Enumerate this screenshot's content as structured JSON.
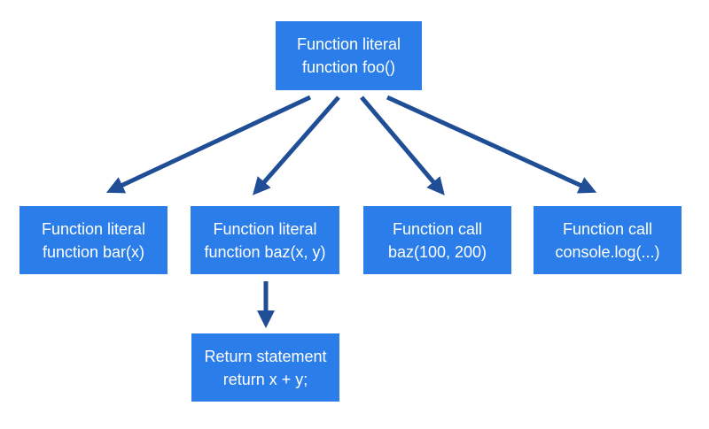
{
  "colors": {
    "node_fill": "#2b7de9",
    "node_text": "#ffffff",
    "arrow": "#1f4e96",
    "background": "#ffffff"
  },
  "nodes": {
    "root": {
      "line1": "Function literal",
      "line2": "function foo()"
    },
    "bar": {
      "line1": "Function literal",
      "line2": "function bar(x)"
    },
    "baz": {
      "line1": "Function literal",
      "line2": "function baz(x, y)"
    },
    "call1": {
      "line1": "Function call",
      "line2": "baz(100, 200)"
    },
    "call2": {
      "line1": "Function call",
      "line2": "console.log(...)"
    },
    "return": {
      "line1": "Return statement",
      "line2": "return x + y;"
    }
  },
  "edges": [
    {
      "from": "root",
      "to": "bar"
    },
    {
      "from": "root",
      "to": "baz"
    },
    {
      "from": "root",
      "to": "call1"
    },
    {
      "from": "root",
      "to": "call2"
    },
    {
      "from": "baz",
      "to": "return"
    }
  ]
}
